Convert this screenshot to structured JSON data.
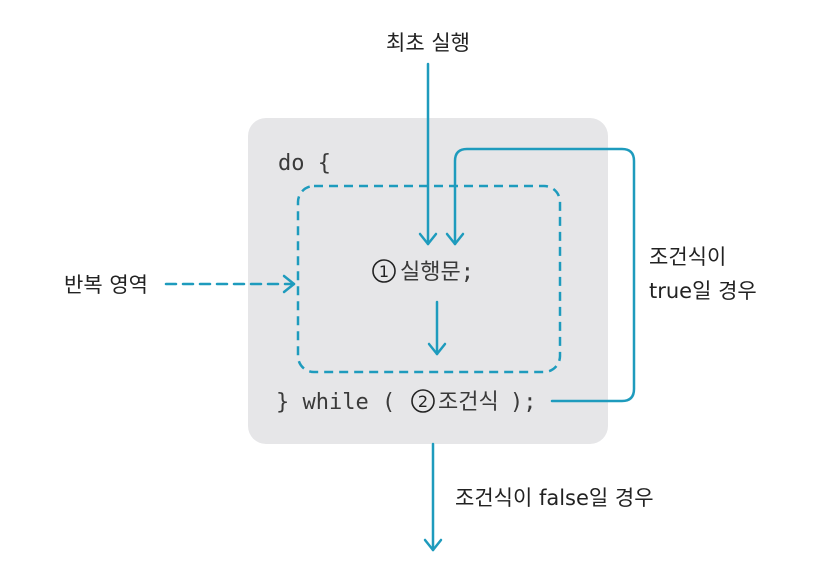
{
  "labels": {
    "first_run": "최초 실행",
    "repeat_area": "반복 영역",
    "true_case_line1": "조건식이",
    "true_case_line2": "true일 경우",
    "false_case": "조건식이 false일 경우"
  },
  "code": {
    "do_line": "do {",
    "statement_number": "1",
    "statement": "실행문;",
    "while_prefix": "} while (",
    "condition_number": "2",
    "condition": "조건식",
    "while_suffix": ");"
  },
  "colors": {
    "flow_arrow": "#1e9bbd",
    "code_block_bg": "#e6e6e8",
    "text": "#222222"
  }
}
